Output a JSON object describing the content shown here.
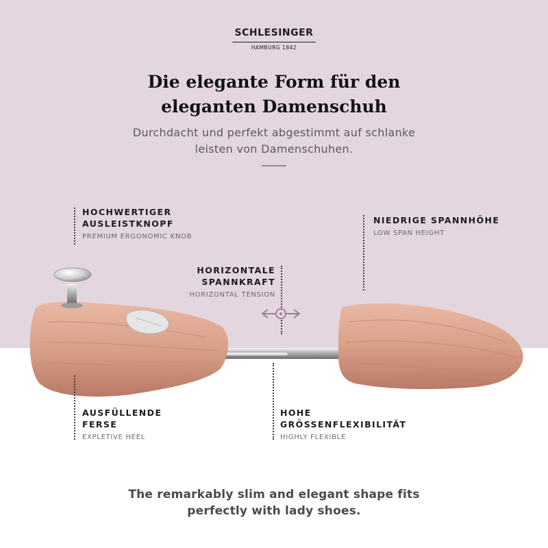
{
  "brand": {
    "name": "SCHLESINGER",
    "sub": "HAMBURG 1842"
  },
  "headline": {
    "line1": "Die elegante Form für den",
    "line2": "eleganten Damenschuh"
  },
  "subline": {
    "line1": "Durchdacht und perfekt abgestimmt auf schlanke",
    "line2": "leisten von Damenschuhen."
  },
  "callouts": {
    "knob": {
      "title_line1": "HOCHWERTIGER",
      "title_line2": "AUSLEISTKNOPF",
      "sub": "PREMIUM ERGONOMIC KNOB"
    },
    "span": {
      "title": "NIEDRIGE SPANNHÖHE",
      "sub": "LOW SPAN HEIGHT"
    },
    "tension": {
      "title_line1": "HORIZONTALE",
      "title_line2": "SPANNKRAFT",
      "sub": "HORIZONTAL TENSION"
    },
    "heel": {
      "title_line1": "AUSFÜLLENDE",
      "title_line2": "FERSE",
      "sub": "EXPLETIVE HEEL"
    },
    "flex": {
      "title_line1": "HOHE",
      "title_line2": "GRÖSSENFLEXIBILITÄT",
      "sub": "HIGHLY FLEXIBLE"
    }
  },
  "tagline": {
    "line1": "The remarkably slim and elegant shape fits",
    "line2": "perfectly with lady shoes."
  },
  "colors": {
    "background_top": "#e3d6df",
    "background_bottom": "#ffffff",
    "accent": "#9e7f97",
    "wood": "#d9a08a"
  },
  "icons": {
    "tension_arrow": "double-arrow-icon"
  }
}
